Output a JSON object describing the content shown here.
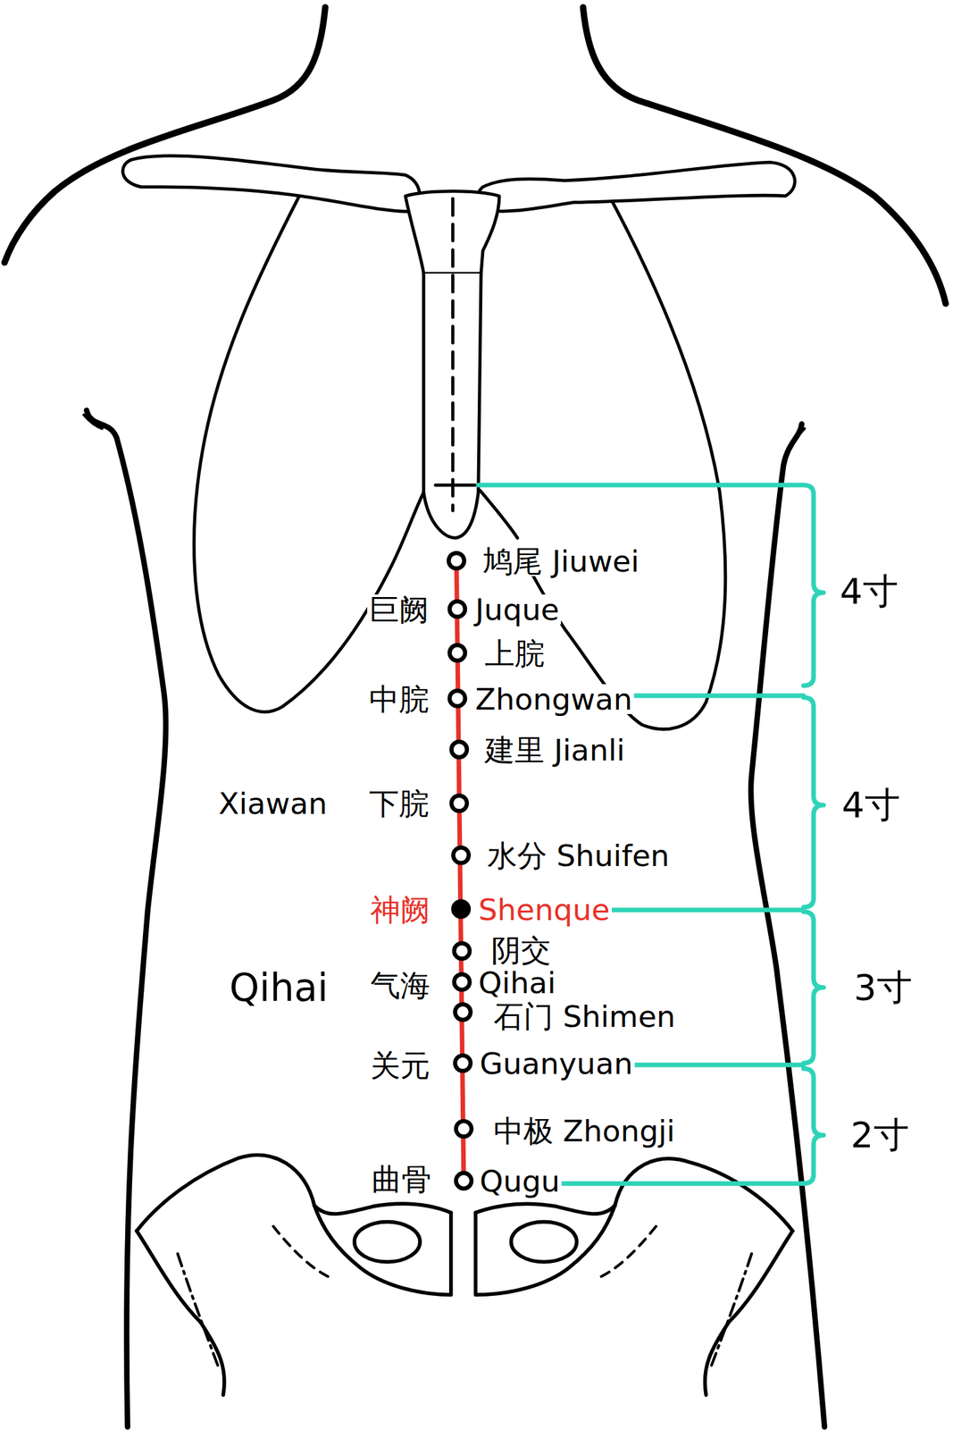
{
  "diagram": {
    "labels": [
      "鸠尾 Jiuwei",
      "巨阙",
      "Juque",
      "上脘",
      "中脘",
      "Zhongwan",
      "建里 Jianli",
      "Xiawan",
      "下脘",
      "水分 Shuifen",
      "神阙",
      "Shenque",
      "阴交",
      "Qihai",
      "气海",
      "Qihai",
      "石门 Shimen",
      "关元",
      "Guanyuan",
      "中极 Zhongji",
      "曲骨",
      "Qugu",
      "4寸",
      "4寸",
      "3寸",
      "2寸"
    ]
  }
}
